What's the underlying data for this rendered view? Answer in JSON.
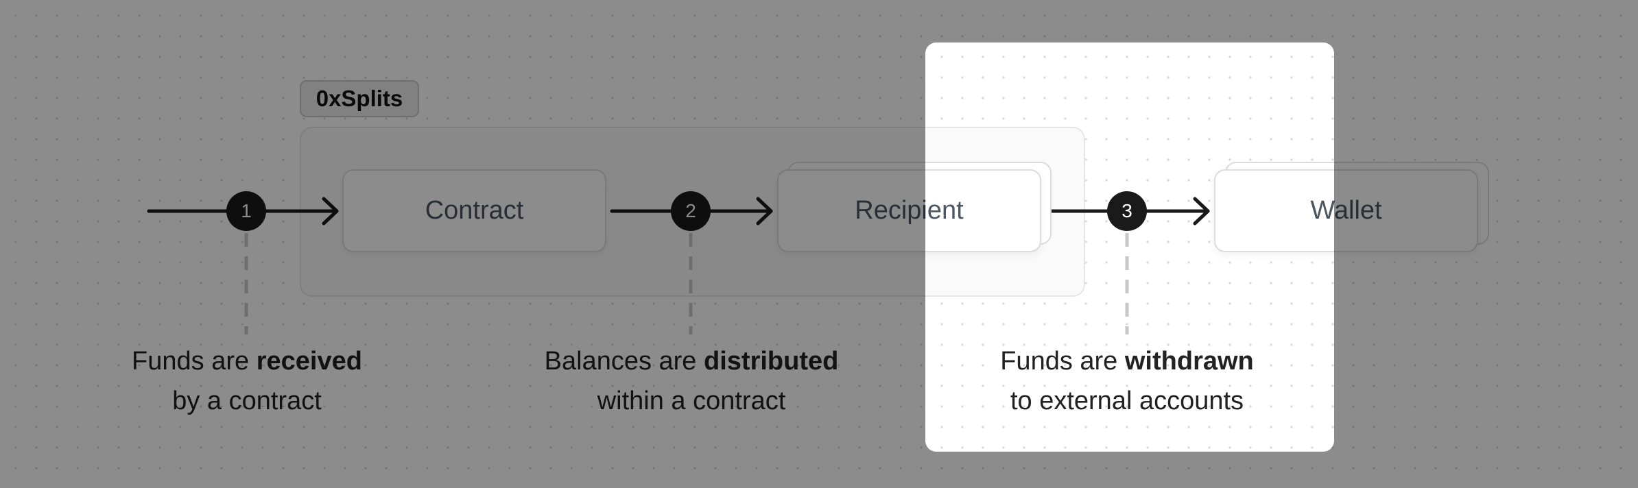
{
  "group": {
    "label": "0xSplits"
  },
  "nodes": {
    "contract": "Contract",
    "recipient": "Recipient",
    "wallet": "Wallet"
  },
  "steps": [
    {
      "number": "1",
      "caption_pre": "Funds are ",
      "caption_bold": "received",
      "caption_line2": "by a contract"
    },
    {
      "number": "2",
      "caption_pre": "Balances are ",
      "caption_bold": "distributed",
      "caption_line2": "within a contract"
    },
    {
      "number": "3",
      "caption_pre": "Funds are ",
      "caption_bold": "withdrawn",
      "caption_line2": "to external accounts"
    }
  ],
  "highlight": {
    "active_step": "3",
    "overlay_color": "#000000",
    "overlay_opacity": 0.45
  },
  "colors": {
    "arrow": "#1a1a1a",
    "node_text": "#4b5563",
    "node_border": "#dcdcdc",
    "background": "#ffffff"
  }
}
